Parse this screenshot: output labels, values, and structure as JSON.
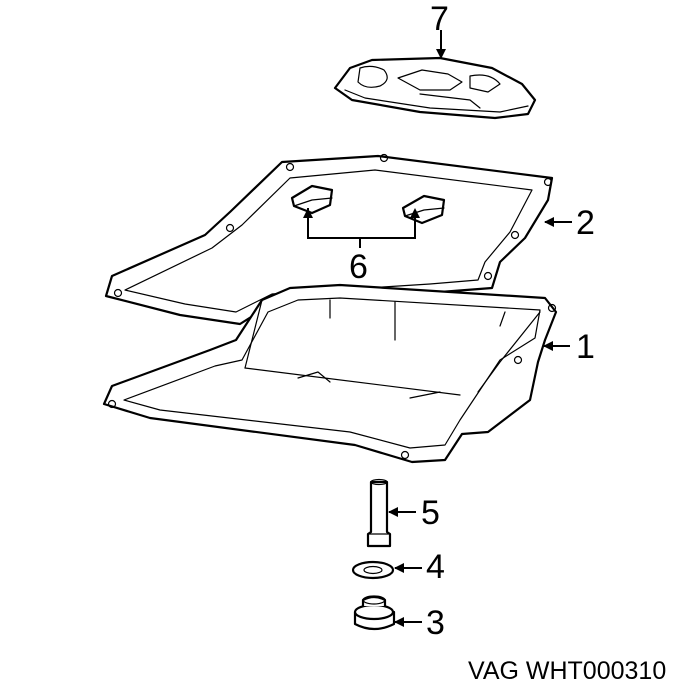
{
  "callouts": {
    "c1": "1",
    "c2": "2",
    "c3": "3",
    "c4": "4",
    "c5": "5",
    "c6": "6",
    "c7": "7"
  },
  "caption": "VAG WHT000310",
  "colors": {
    "line": "#000000",
    "background": "#ffffff"
  }
}
